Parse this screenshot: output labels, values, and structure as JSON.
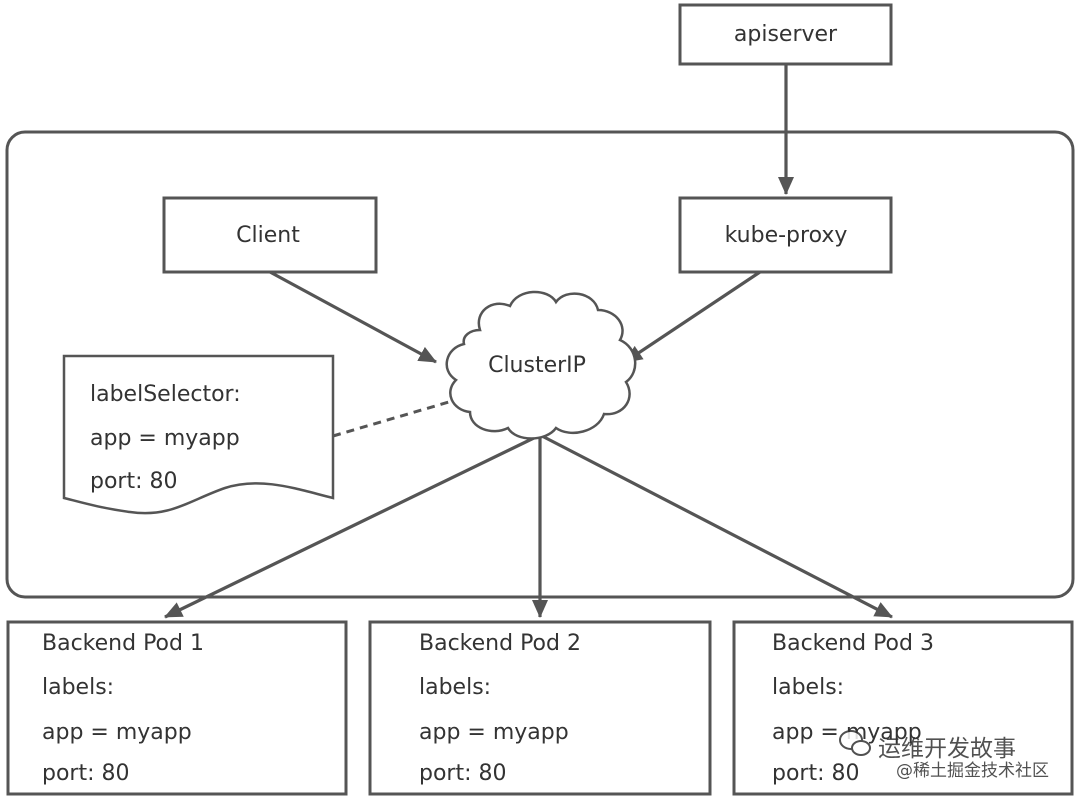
{
  "nodes": {
    "apiserver": "apiserver",
    "client": "Client",
    "kube_proxy": "kube-proxy",
    "cluster_ip": "ClusterIP"
  },
  "selector_note": {
    "line1": "labelSelector:",
    "line2": "app = myapp",
    "line3": "port: 80"
  },
  "pods": [
    {
      "title": "Backend Pod 1",
      "labels": "labels:",
      "app": "app = myapp",
      "port": "port: 80"
    },
    {
      "title": "Backend Pod 2",
      "labels": "labels:",
      "app": "app = myapp",
      "port": "port: 80"
    },
    {
      "title": "Backend Pod 3",
      "labels": "labels:",
      "app": "app = myapp",
      "port": "port: 80"
    }
  ],
  "watermark": {
    "title": "运维开发故事",
    "subtitle": "@稀土掘金技术社区"
  }
}
